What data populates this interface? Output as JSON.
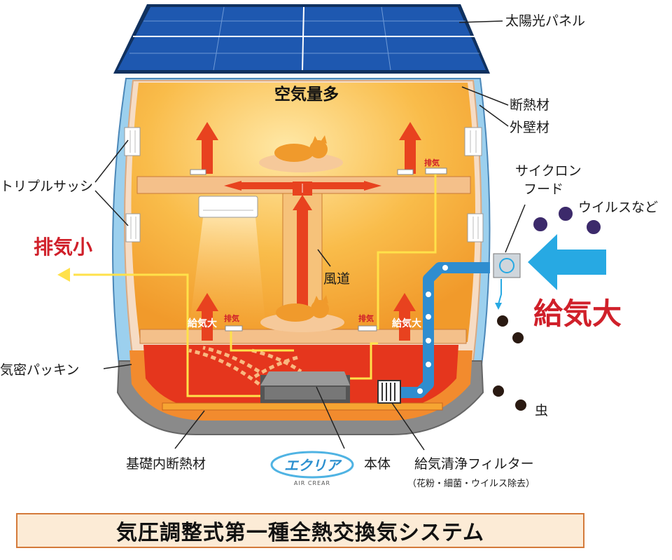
{
  "labels": {
    "solar_panel": "太陽光パネル",
    "insulation": "断熱材",
    "outer_wall": "外壁材",
    "air_volume_top": "空気量多",
    "triple_sash": "トリプルサッシ",
    "cyclone_hood_1": "サイクロン",
    "cyclone_hood_2": "フード",
    "virus": "ウイルスなど",
    "exhaust_small": "排気小",
    "supply_large": "給気大",
    "duct": "風道",
    "airtight_packing": "気密パッキン",
    "insect": "虫",
    "foundation_insulation": "基礎内断熱材",
    "main_unit": "本体",
    "filter": "給気清浄フィルター",
    "filter_note": "（花粉・細菌・ウイルス除去）",
    "vent_exhaust": "排気",
    "vent_supply": "給気大",
    "logo_text": "エクリア",
    "logo_sub": "AIR CREAR"
  },
  "caption": "気圧調整式第一種全熱交換気システム",
  "colors": {
    "wall": "#8fc3e6",
    "interior": "#f6a532",
    "basement": "#e23a22",
    "arrow_red": "#e8421f",
    "arrow_blue": "#27a9e3",
    "flow_yellow": "#ffe14a",
    "panel": "#1e4d9b",
    "accent_red": "#d0202a"
  },
  "icons": [
    "solar-panel-icon",
    "cat-icon",
    "virus-icon",
    "insect-icon",
    "air-conditioner-icon",
    "filter-icon",
    "ventilation-unit-icon"
  ]
}
